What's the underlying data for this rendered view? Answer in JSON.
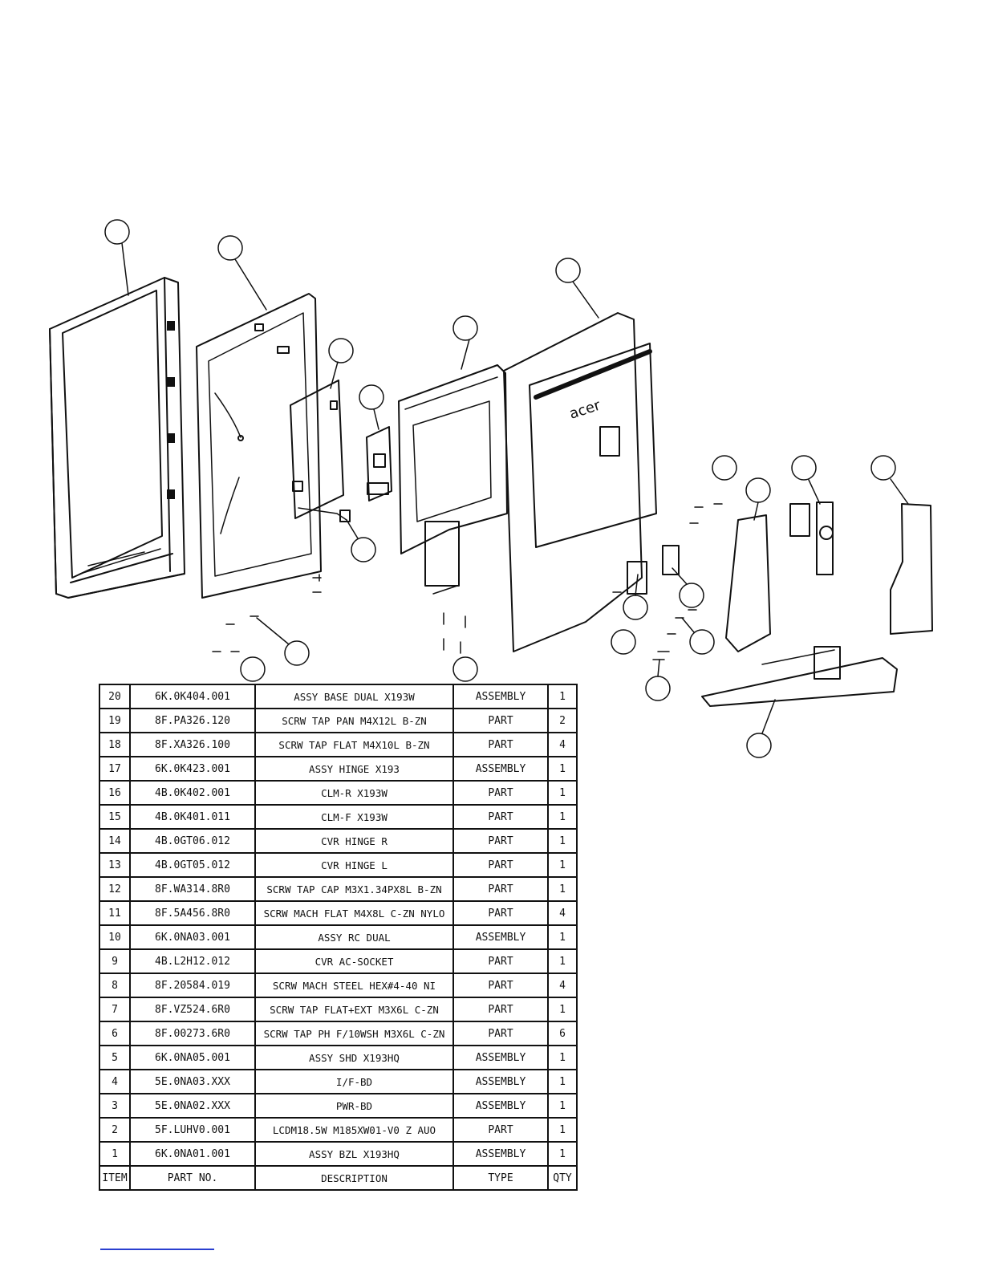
{
  "bom": {
    "header": {
      "item": "ITEM",
      "part_no": "PART NO.",
      "description": "DESCRIPTION",
      "type": "TYPE",
      "qty": "QTY"
    },
    "rows": [
      {
        "item": "20",
        "part_no": "6K.0K404.001",
        "description": "ASSY BASE DUAL X193W",
        "type": "ASSEMBLY",
        "qty": "1"
      },
      {
        "item": "19",
        "part_no": "8F.PA326.120",
        "description": "SCRW TAP PAN M4X12L B-ZN",
        "type": "PART",
        "qty": "2"
      },
      {
        "item": "18",
        "part_no": "8F.XA326.100",
        "description": "SCRW TAP FLAT M4X10L B-ZN",
        "type": "PART",
        "qty": "4"
      },
      {
        "item": "17",
        "part_no": "6K.0K423.001",
        "description": "ASSY HINGE X193",
        "type": "ASSEMBLY",
        "qty": "1"
      },
      {
        "item": "16",
        "part_no": "4B.0K402.001",
        "description": "CLM-R X193W",
        "type": "PART",
        "qty": "1"
      },
      {
        "item": "15",
        "part_no": "4B.0K401.011",
        "description": "CLM-F X193W",
        "type": "PART",
        "qty": "1"
      },
      {
        "item": "14",
        "part_no": "4B.0GT06.012",
        "description": "CVR HINGE R",
        "type": "PART",
        "qty": "1"
      },
      {
        "item": "13",
        "part_no": "4B.0GT05.012",
        "description": "CVR HINGE L",
        "type": "PART",
        "qty": "1"
      },
      {
        "item": "12",
        "part_no": "8F.WA314.8R0",
        "description": "SCRW TAP CAP M3X1.34PX8L B-ZN",
        "type": "PART",
        "qty": "1"
      },
      {
        "item": "11",
        "part_no": "8F.5A456.8R0",
        "description": "SCRW MACH FLAT M4X8L C-ZN NYLO",
        "type": "PART",
        "qty": "4"
      },
      {
        "item": "10",
        "part_no": "6K.0NA03.001",
        "description": "ASSY RC DUAL",
        "type": "ASSEMBLY",
        "qty": "1"
      },
      {
        "item": "9",
        "part_no": "4B.L2H12.012",
        "description": "CVR AC-SOCKET",
        "type": "PART",
        "qty": "1"
      },
      {
        "item": "8",
        "part_no": "8F.20584.019",
        "description": "SCRW MACH STEEL HEX#4-40 NI",
        "type": "PART",
        "qty": "4"
      },
      {
        "item": "7",
        "part_no": "8F.VZ524.6R0",
        "description": "SCRW TAP FLAT+EXT M3X6L C-ZN",
        "type": "PART",
        "qty": "1"
      },
      {
        "item": "6",
        "part_no": "8F.00273.6R0",
        "description": "SCRW TAP PH F/10WSH M3X6L C-ZN",
        "type": "PART",
        "qty": "6"
      },
      {
        "item": "5",
        "part_no": "6K.0NA05.001",
        "description": "ASSY SHD X193HQ",
        "type": "ASSEMBLY",
        "qty": "1"
      },
      {
        "item": "4",
        "part_no": "5E.0NA03.XXX",
        "description": "I/F-BD",
        "type": "ASSEMBLY",
        "qty": "1"
      },
      {
        "item": "3",
        "part_no": "5E.0NA02.XXX",
        "description": "PWR-BD",
        "type": "ASSEMBLY",
        "qty": "1"
      },
      {
        "item": "2",
        "part_no": "5F.LUHV0.001",
        "description": "LCDM18.5W M185XW01-V0 Z AUO",
        "type": "PART",
        "qty": "1"
      },
      {
        "item": "1",
        "part_no": "6K.0NA01.001",
        "description": "ASSY BZL X193HQ",
        "type": "ASSEMBLY",
        "qty": "1"
      }
    ]
  },
  "diagram": {
    "brand_mark": "acer",
    "colors": {
      "line": "#111111",
      "footer_link": "#2a3fd0"
    }
  }
}
